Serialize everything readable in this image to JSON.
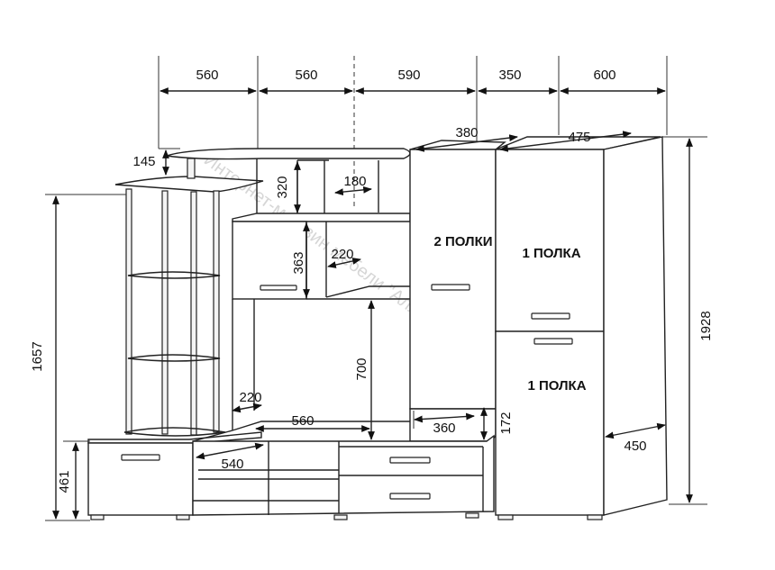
{
  "top_dimensions": [
    "560",
    "560",
    "590",
    "350",
    "600"
  ],
  "depth_dimensions": {
    "left_cabinet": "380",
    "right_cabinet": "475",
    "right_side": "450"
  },
  "height_dimensions": {
    "overall_left": "1657",
    "overall_right": "1928",
    "base": "461",
    "top_offset": "145"
  },
  "inner_dimensions": {
    "niche_height": "320",
    "niche_width": "180",
    "shelf_height": "363",
    "shelf_depth": "220",
    "tv_height": "700",
    "side_depth": "220",
    "tv_width": "560",
    "base_depth": "540",
    "cabinet_gap": "360",
    "plinth_height": "172"
  },
  "shelf_labels": {
    "left_cabinet": "2 ПОЛКИ",
    "right_upper": "1 ПОЛКА",
    "right_lower": "1 ПОЛКА"
  },
  "watermark": "Интернет-магазин мебели \"Аллегро\""
}
